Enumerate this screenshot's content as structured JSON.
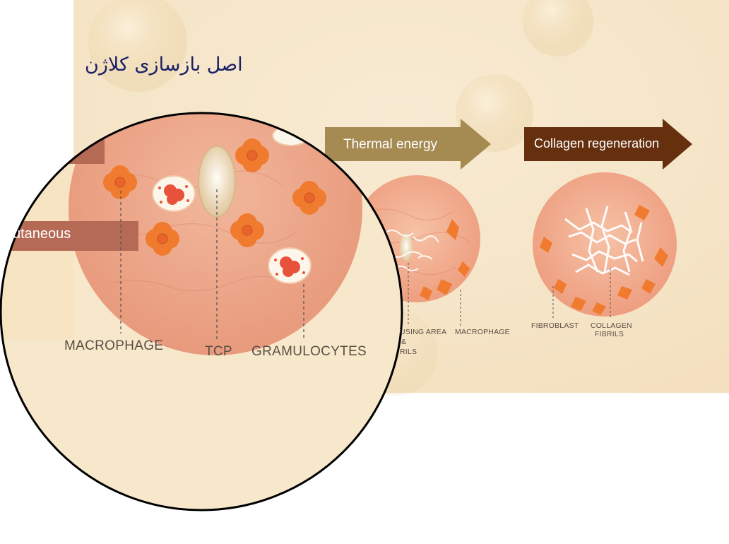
{
  "title": "اصل بازسازی کلاژن",
  "arrows": {
    "thermal_energy": "Thermal energy",
    "collagen_regeneration": "Collagen regeneration"
  },
  "zoom_labels": {
    "cutaneous": "cutaneous",
    "macrophage": "MACROPHAGE",
    "tcp": "TCP",
    "gramulocytes": "GRAMULOCYTES"
  },
  "panel2_labels": {
    "fusing_area": "USING AREA",
    "ampersand": "&",
    "fibrils": "RILS",
    "macrophage": "MACROPHAGE"
  },
  "panel3_labels": {
    "fibroblast": "FIBROBLAST",
    "collagen_line1": "COLLAGEN",
    "collagen_line2": "FIBRILS"
  },
  "colors": {
    "background": "#f6e7cc",
    "tissue": "#eda98c",
    "cell_orange": "#f07a2e",
    "arrow_gold": "#a58a52",
    "arrow_brown": "#66300f",
    "label_tag": "#b56a55",
    "title_text": "#1b1f66"
  }
}
